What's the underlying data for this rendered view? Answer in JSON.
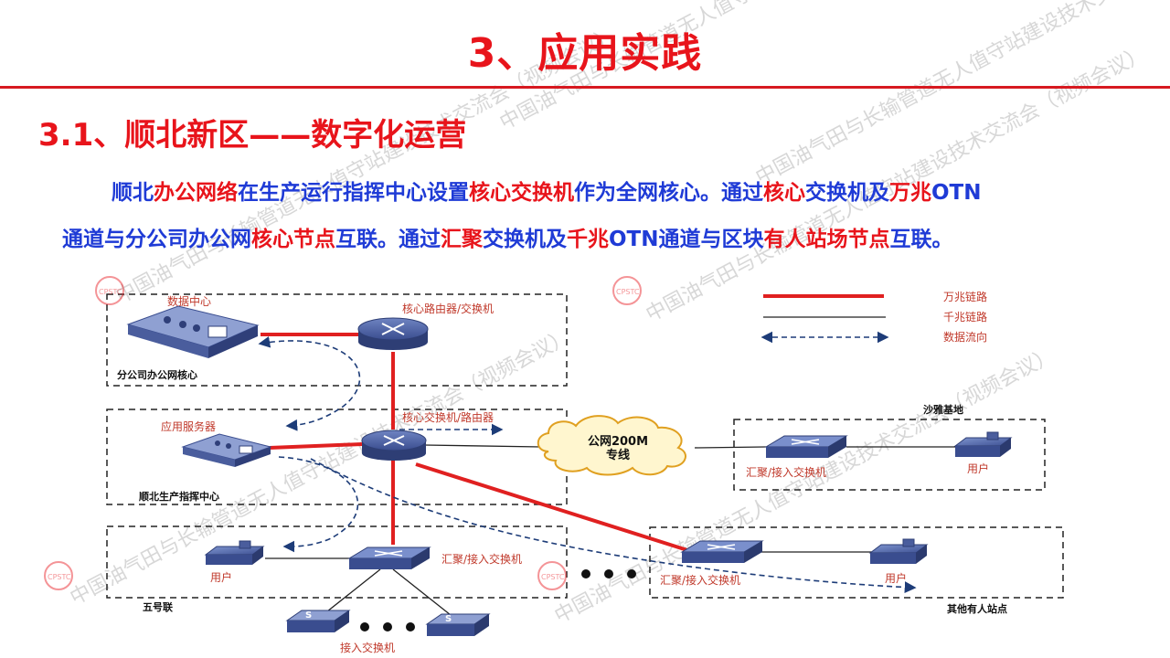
{
  "title": "3、应用实践",
  "subtitle": "3.1、顺北新区——数字化运营",
  "paragraph": {
    "line1": [
      {
        "t": "顺北",
        "c": "b"
      },
      {
        "t": "办公网络",
        "c": "r"
      },
      {
        "t": "在生产运行指挥中心设置",
        "c": "b"
      },
      {
        "t": "核心交换机",
        "c": "r"
      },
      {
        "t": "作为全网核心。通过",
        "c": "b"
      },
      {
        "t": "核心",
        "c": "r"
      },
      {
        "t": "交换机及",
        "c": "b"
      },
      {
        "t": "万兆",
        "c": "r"
      },
      {
        "t": "OTN",
        "c": "b"
      }
    ],
    "line2": [
      {
        "t": "通道与分公司办公网",
        "c": "b"
      },
      {
        "t": "核心节点",
        "c": "r"
      },
      {
        "t": "互联。通过",
        "c": "b"
      },
      {
        "t": "汇聚",
        "c": "r"
      },
      {
        "t": "交换机及",
        "c": "b"
      },
      {
        "t": "千兆",
        "c": "r"
      },
      {
        "t": "OTN通道与区块",
        "c": "b"
      },
      {
        "t": "有人站场节点",
        "c": "r"
      },
      {
        "t": "互联。",
        "c": "b"
      }
    ]
  },
  "watermark_text": "中国油气田与长输管道无人值守站建设技术交流会（视频会议）",
  "logo_text": "CPSTC",
  "legend": {
    "items": [
      {
        "label": "万兆链路",
        "style": "thick-red"
      },
      {
        "label": "千兆链路",
        "style": "thin-black"
      },
      {
        "label": "数据流向",
        "style": "dashed-blue-arrow"
      }
    ]
  },
  "diagram": {
    "zones": {
      "branch_core": "分公司办公网核心",
      "command_center": "顺北生产指挥中心",
      "wuhao": "五号联",
      "shaya": "沙雅基地",
      "other_sites": "其他有人站点"
    },
    "nodes": {
      "datacenter": "数据中心",
      "core_router_top": "核心路由器/交换机",
      "app_server": "应用服务器",
      "core_switch": "核心交换机/路由器",
      "cloud_line1": "公网200M",
      "cloud_line2": "专线",
      "shaya_agg": "汇聚/接入交换机",
      "shaya_user": "用户",
      "wuhao_agg": "汇聚/接入交换机",
      "wuhao_user": "用户",
      "access_switch": "接入交换机",
      "other_agg": "汇聚/接入交换机",
      "other_user": "用户"
    }
  },
  "colors": {
    "red": "#e8141b",
    "blue": "#1f3bd6",
    "link_red": "#e02020",
    "flow_blue": "#1d3c78",
    "device_blue": "#3b4f8c"
  }
}
